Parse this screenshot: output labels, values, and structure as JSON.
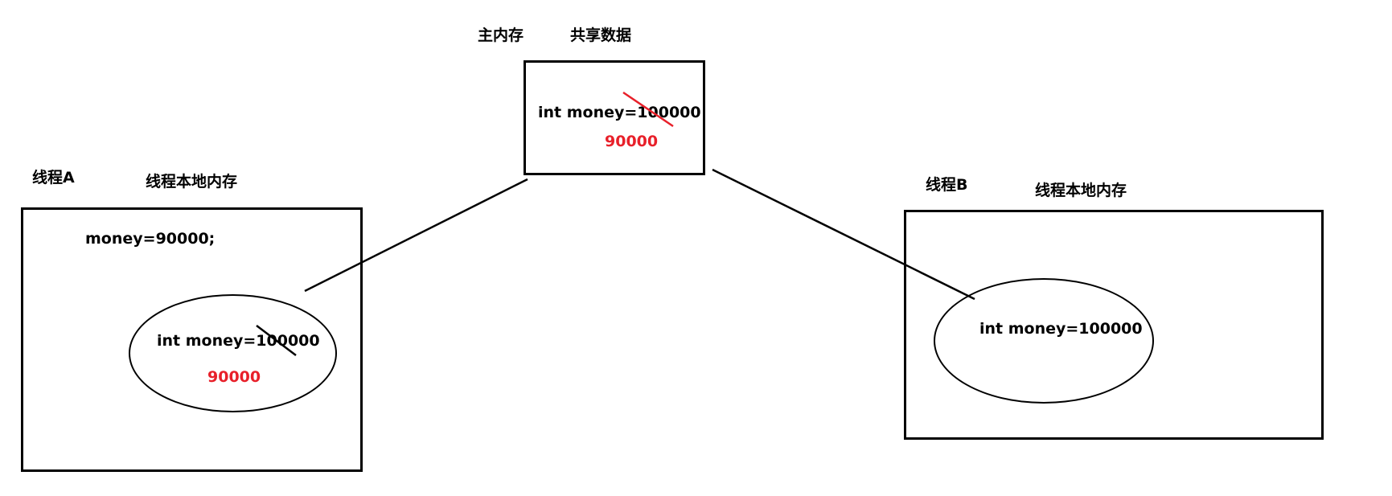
{
  "main_memory": {
    "title": "主内存",
    "shared_label": "共享数据",
    "old_value_text": "int money=100000",
    "new_value": "90000"
  },
  "thread_a": {
    "title": "线程A",
    "local_memory_label": "线程本地内存",
    "assignment_text": "money=90000;",
    "old_value_text": "int money=100000",
    "new_value": "90000"
  },
  "thread_b": {
    "title": "线程B",
    "local_memory_label": "线程本地内存",
    "value_text": "int money=100000"
  },
  "colors": {
    "stroke": "#000000",
    "highlight": "#e8202a"
  }
}
